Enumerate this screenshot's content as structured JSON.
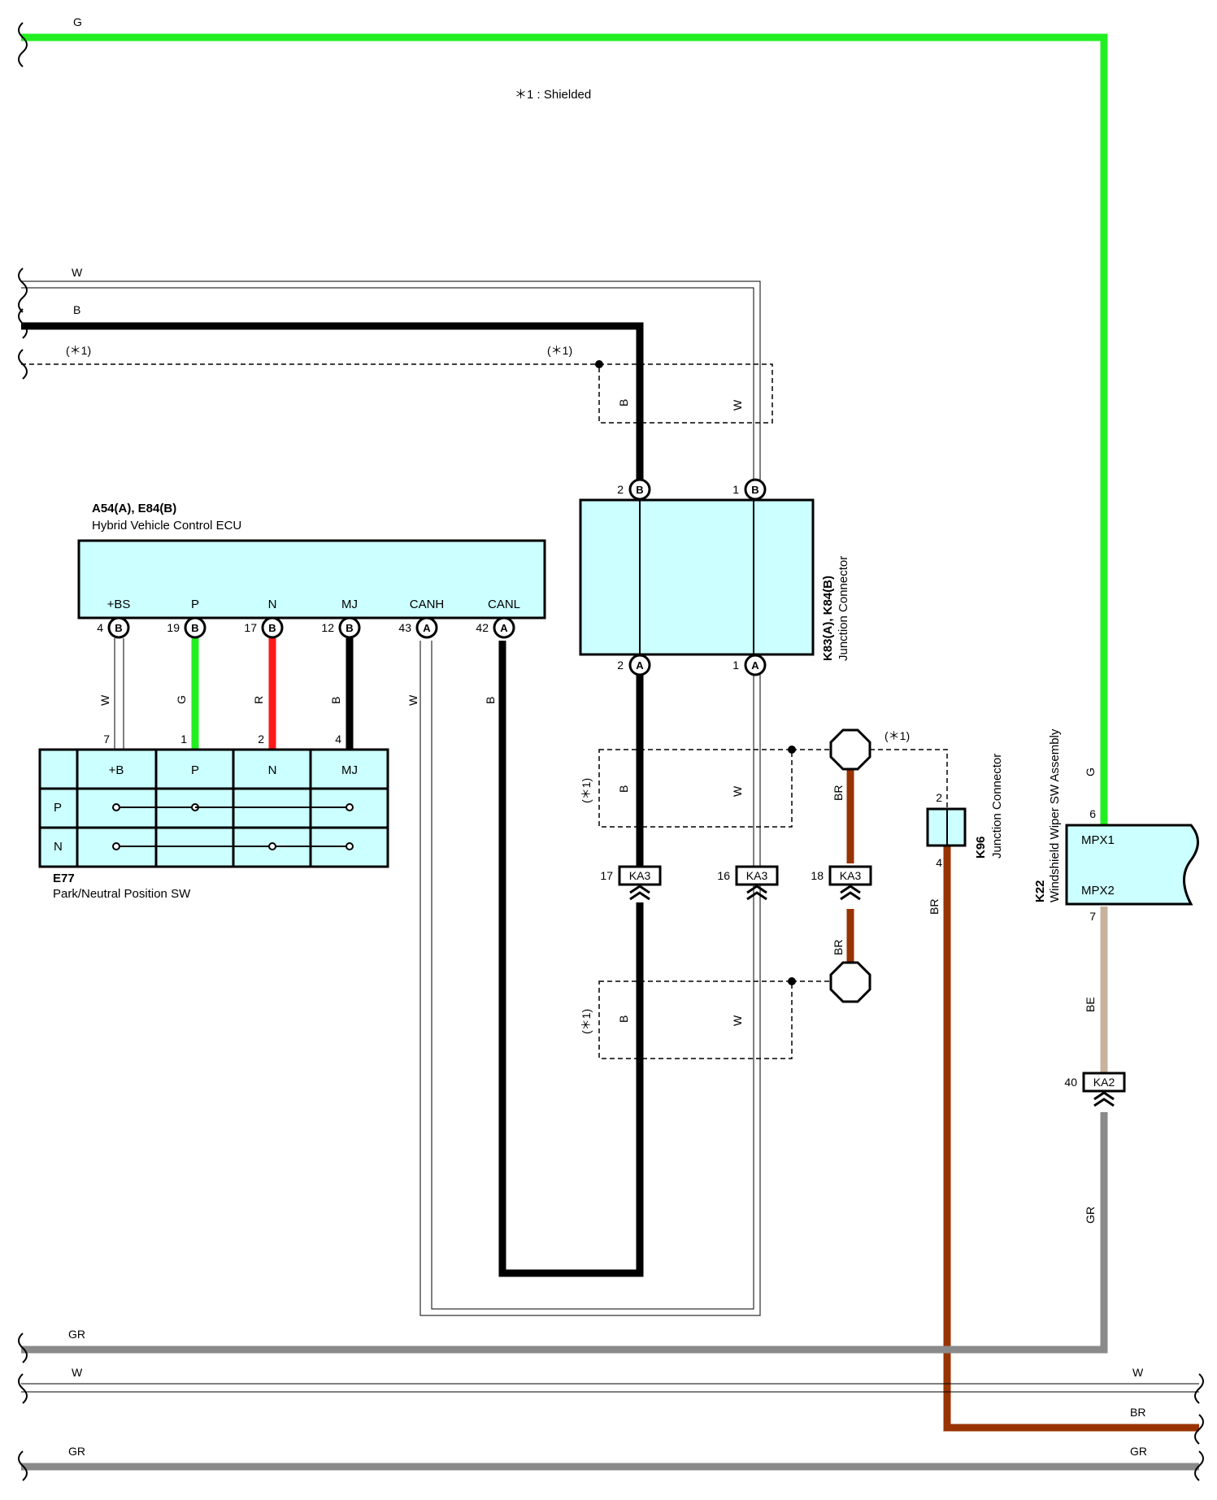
{
  "note": "＊1 : Shielded",
  "wires": {
    "g_top": "G",
    "w_top": "W",
    "b_top": "B",
    "shield_left": "(＊1)",
    "shield_mid": "(＊1)",
    "shield_right": "(＊1)",
    "gr_bottom1": "GR",
    "w_bottom": "W",
    "w_bottom_right": "W",
    "br_bottom_right": "BR",
    "gr_bottom2": "GR",
    "gr_bottom2_right": "GR",
    "b_box1": "B",
    "w_box1": "W",
    "b_box2": "B",
    "w_box2": "W",
    "b_box3": "B",
    "w_box3": "W",
    "shield_box2": "(＊1)",
    "shield_box3": "(＊1)",
    "ecu_w": "W",
    "ecu_g": "G",
    "ecu_r": "R",
    "ecu_b": "B",
    "ecu_w2": "W",
    "ecu_b2": "B",
    "br_upper": "BR",
    "br_lower": "BR",
    "br_k96": "BR",
    "g_k22": "G",
    "be_k22": "BE",
    "gr_k22": "GR"
  },
  "ecu": {
    "code": "A54(A), E84(B)",
    "name": "Hybrid Vehicle Control ECU",
    "terminals": [
      {
        "label": "+BS",
        "pin": "4",
        "conn": "B"
      },
      {
        "label": "P",
        "pin": "19",
        "conn": "B"
      },
      {
        "label": "N",
        "pin": "17",
        "conn": "B"
      },
      {
        "label": "MJ",
        "pin": "12",
        "conn": "B"
      },
      {
        "label": "CANH",
        "pin": "43",
        "conn": "A"
      },
      {
        "label": "CANL",
        "pin": "42",
        "conn": "A"
      }
    ]
  },
  "junction": {
    "code": "K83(A), K84(B)",
    "name": "Junction Connector",
    "top_pins": [
      {
        "pin": "2",
        "conn": "B"
      },
      {
        "pin": "1",
        "conn": "B"
      }
    ],
    "bottom_pins": [
      {
        "pin": "2",
        "conn": "A"
      },
      {
        "pin": "1",
        "conn": "A"
      }
    ]
  },
  "e77": {
    "code": "E77",
    "name": "Park/Neutral Position SW",
    "headers": [
      "+B",
      "P",
      "N",
      "MJ"
    ],
    "pins": [
      "7",
      "1",
      "2",
      "4"
    ],
    "rows": [
      "P",
      "N"
    ]
  },
  "ka3": [
    {
      "pin": "17",
      "label": "KA3"
    },
    {
      "pin": "16",
      "label": "KA3"
    },
    {
      "pin": "18",
      "label": "KA3"
    }
  ],
  "k96": {
    "code": "K96",
    "name": "Junction Connector",
    "pin_top": "2",
    "pin_bottom": "4"
  },
  "k22": {
    "code": "K22",
    "name": "Windshield Wiper SW Assembly",
    "pin_top": "6",
    "pin_bottom": "7",
    "term1": "MPX1",
    "term2": "MPX2"
  },
  "ka2": {
    "pin": "40",
    "label": "KA2"
  },
  "colors": {
    "green": "#22ee22",
    "black": "#000000",
    "red": "#ff1a1a",
    "brown": "#993300",
    "gray": "#8a8a8a",
    "beige": "#c7b29e",
    "box": "#ccffff"
  }
}
